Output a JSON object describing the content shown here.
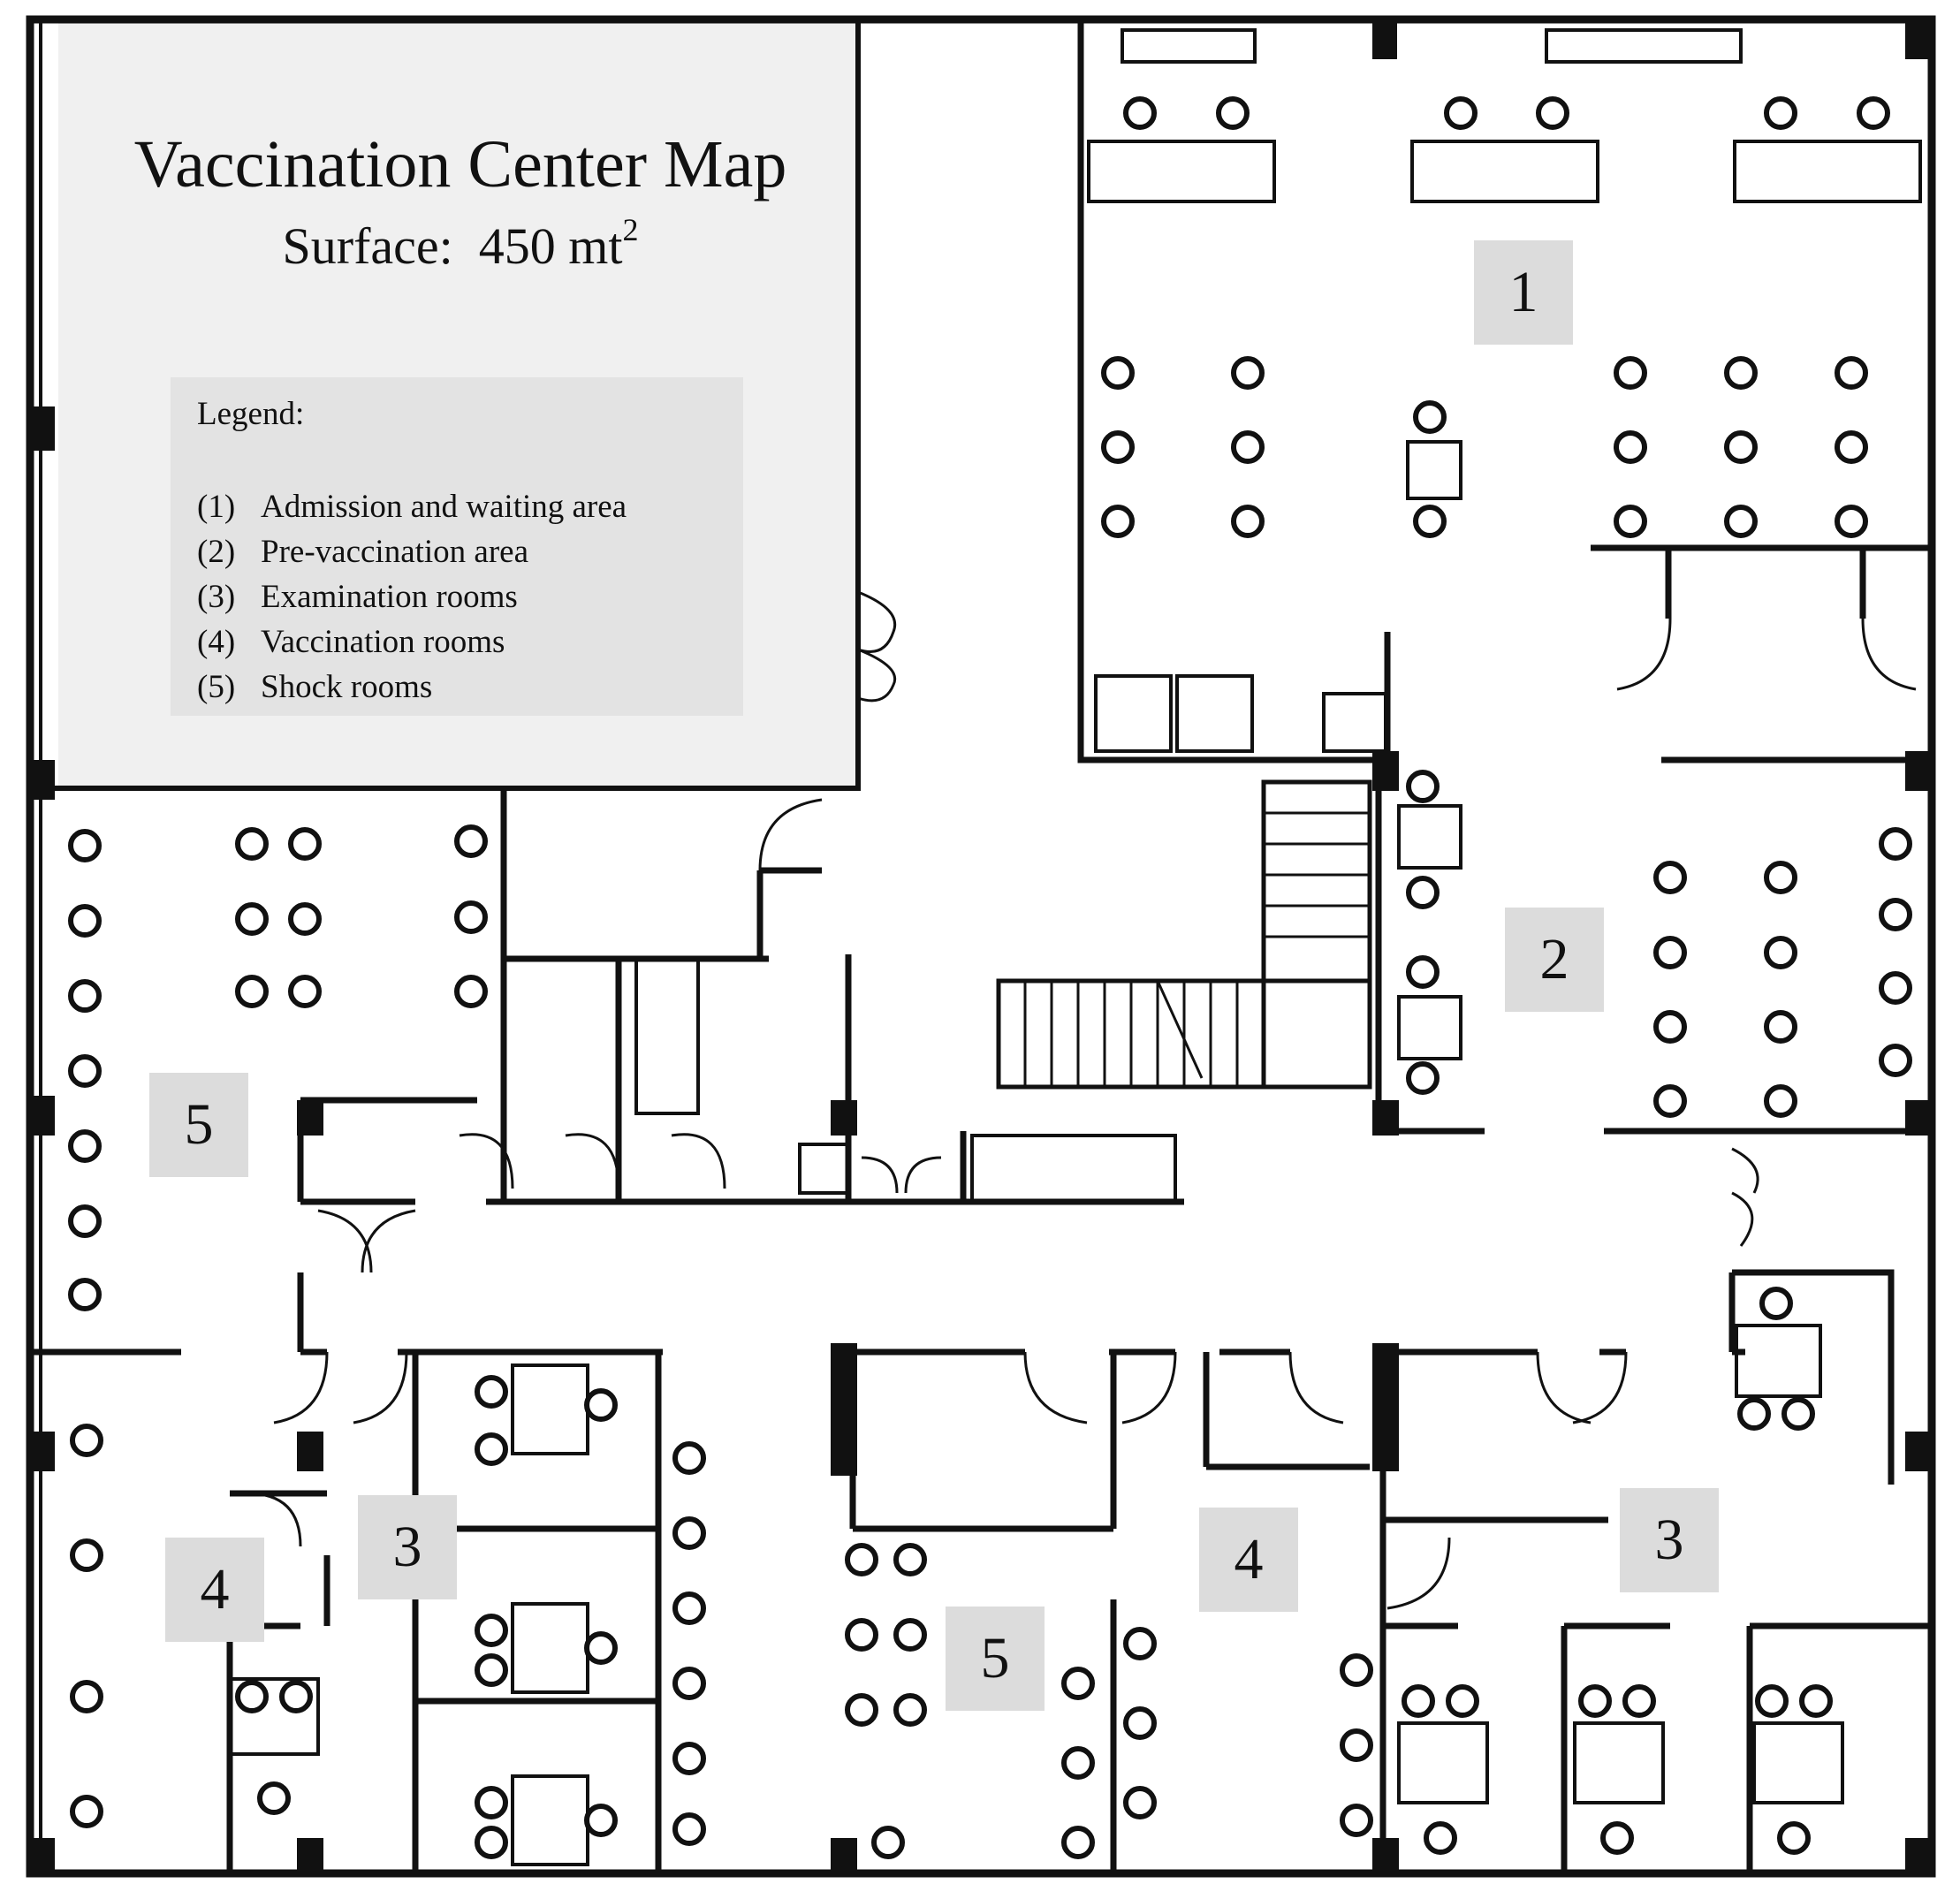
{
  "map": {
    "title": "Vaccination Center Map",
    "surface_label": "Surface:",
    "surface_value": "450 mt",
    "surface_unit_exponent": "2"
  },
  "legend": {
    "title": "Legend:",
    "items": [
      {
        "number": "(1)",
        "label": "Admission and waiting area"
      },
      {
        "number": "(2)",
        "label": "Pre-vaccination area"
      },
      {
        "number": "(3)",
        "label": "Examination rooms"
      },
      {
        "number": "(4)",
        "label": "Vaccination rooms"
      },
      {
        "number": "(5)",
        "label": "Shock rooms"
      }
    ]
  },
  "zones": [
    "1",
    "2",
    "5",
    "3",
    "3",
    "4",
    "4",
    "5"
  ],
  "colors": {
    "walls": "#111111",
    "title_box": "#f0f0f0",
    "legend_box": "#e3e3e3",
    "zone_label": "#dcdcdc"
  }
}
